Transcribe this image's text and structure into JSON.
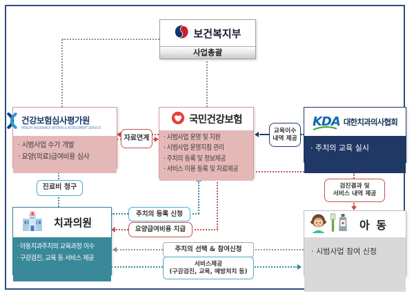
{
  "colors": {
    "frame_navy": "#2b4d7e",
    "pink_body": "#e5b8b8",
    "teal_body": "#39899a",
    "navy_body": "#1f3864",
    "gray_body": "#d9d9d9",
    "arrow_red": "#c0504d",
    "arrow_teal": "#31859c",
    "arrow_gray": "#8f8f8f",
    "arrow_navy": "#1f3864",
    "label_teal_border": "#4bacc6"
  },
  "nodes": {
    "mohw": {
      "name": "보건복지부",
      "role": "사업총괄"
    },
    "hira": {
      "name": "건강보험심사평가원",
      "subtitle": "HEALTH INSURANCE REVIEW & ASSESSMENT SERVICE",
      "items": [
        "· 시범사업 수가 개발",
        "· 요양(의료)급여비용 심사"
      ]
    },
    "nhis": {
      "name": "국민건강보험",
      "items": [
        "· 시범사업 운영 및 지원",
        "· 시범사업 운영지침 관리",
        "· 주치의 등록 및 정보제공",
        "· 서비스 이용 등록 및 자료제공"
      ]
    },
    "kda": {
      "logo_text": "KDA",
      "name": "대한치과의사협회",
      "items": [
        "· 주치의 교육 실시"
      ]
    },
    "clinic": {
      "name": "치과의원",
      "items": [
        "· 아동치과주치의 교육과정 이수",
        "· 구강검진, 교육 등 서비스 제공"
      ]
    },
    "child": {
      "name": "아 동",
      "items": [
        "· 시범사업 참여 신청"
      ]
    }
  },
  "labels": {
    "data_link": "자료연계",
    "edu_history": {
      "line1": "교육이수",
      "line2": "내역 제공"
    },
    "fee_claim": "진료비 청구",
    "register_request": "주치의 등록 신청",
    "benefit_payment": "요양급여비용 지급",
    "select_apply": "주치의 선택 & 참여신청",
    "service": {
      "line1": "서비스제공",
      "line2": "(구강검진, 교육, 예방처치 등)"
    },
    "checkup_result": {
      "line1": "검진결과 및",
      "line2": "서비스 내역 제공"
    }
  }
}
